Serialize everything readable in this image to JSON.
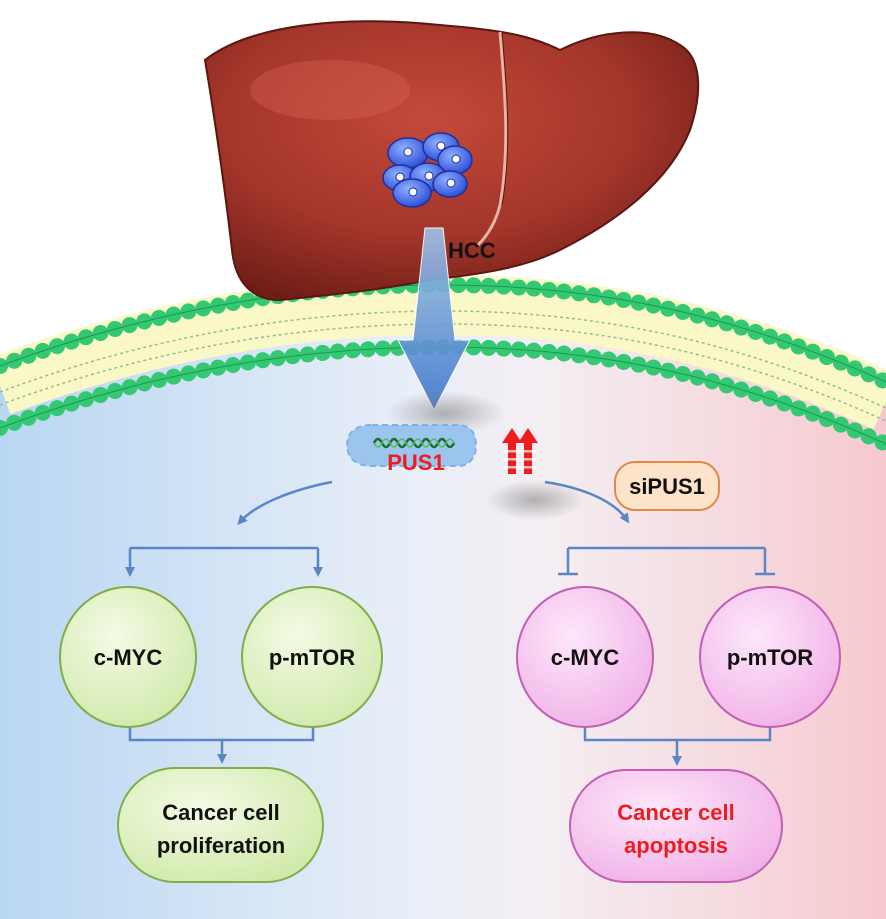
{
  "labels": {
    "hcc": "HCC",
    "pus1": "PUS1",
    "sipus1": "siPUS1",
    "left_cmyc": "c-MYC",
    "left_pmtor": "p-mTOR",
    "left_outcome_line1": "Cancer cell",
    "left_outcome_line2": "proliferation",
    "right_cmyc": "c-MYC",
    "right_pmtor": "p-mTOR",
    "right_outcome_line1": "Cancer cell",
    "right_outcome_line2": "apoptosis"
  },
  "colors": {
    "left_background": "#b9d7f2",
    "right_background": "#f6c9cf",
    "membrane_head": "#34c873",
    "liver": "#a3352a",
    "tumor_cell": "#3d63e6",
    "green_node": "#dff2c2",
    "pink_node": "#f6c5ee",
    "arrow": "#5b86c6",
    "highlight_red": "#ee1d1d",
    "sipus1_box": "#fde3c9"
  },
  "icons": {
    "pus1_upregulated": "double-up-arrow-icon"
  }
}
